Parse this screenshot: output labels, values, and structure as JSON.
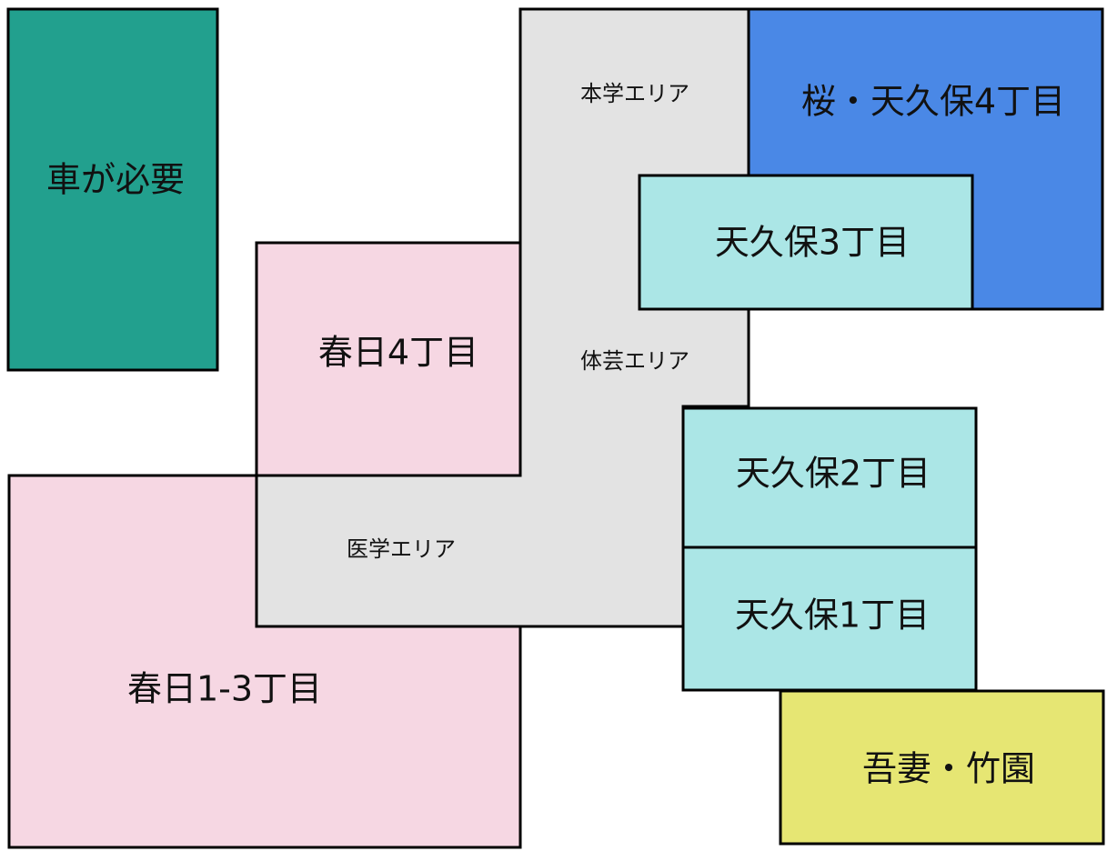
{
  "colors": {
    "teal": "#22a08e",
    "blue": "#4a88e6",
    "light_cyan": "#abe6e6",
    "pink": "#f6d7e3",
    "gray": "#e3e3e3",
    "yellow": "#e6e673",
    "border": "#000000"
  },
  "regions": {
    "car_needed": {
      "label": "車が必要"
    },
    "sakura_amakubo4": {
      "label": "桜・天久保4丁目"
    },
    "amakubo3": {
      "label": "天久保3丁目"
    },
    "amakubo2": {
      "label": "天久保2丁目"
    },
    "amakubo1": {
      "label": "天久保1丁目"
    },
    "kasuga4": {
      "label": "春日4丁目"
    },
    "kasuga1_3": {
      "label": "春日1-3丁目"
    },
    "azuma_takezono": {
      "label": "吾妻・竹園"
    },
    "campus_main": {
      "label": "本学エリア"
    },
    "campus_arts": {
      "label": "体芸エリア"
    },
    "campus_medical": {
      "label": "医学エリア"
    }
  }
}
